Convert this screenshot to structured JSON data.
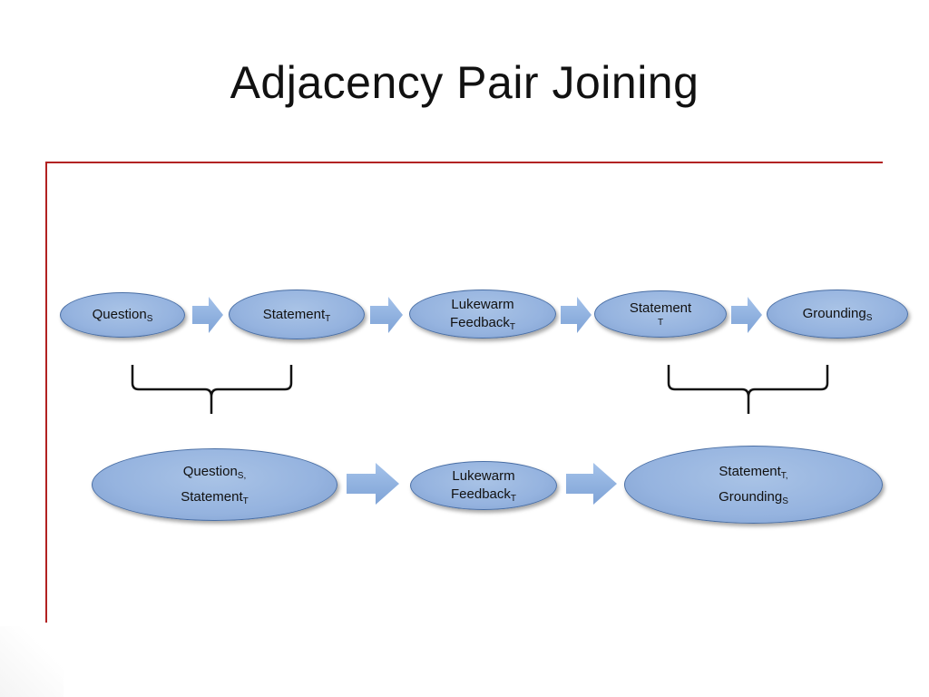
{
  "title": "Adjacency Pair Joining",
  "top_row": [
    {
      "id": "question",
      "label": "Question",
      "sub": "S"
    },
    {
      "id": "statement1",
      "label": "Statement",
      "sub": "T"
    },
    {
      "id": "lukewarm1",
      "line1": "Lukewarm",
      "label": "Feedback",
      "sub": "T"
    },
    {
      "id": "statement2",
      "label": "Statement",
      "sub": "T"
    },
    {
      "id": "grounding",
      "label": "Grounding",
      "sub": "S"
    }
  ],
  "bottom_row": [
    {
      "id": "merged-left",
      "line1": "Question",
      "sub1": "S,",
      "line2": "Statement",
      "sub2": "T"
    },
    {
      "id": "lukewarm2",
      "line1": "Lukewarm",
      "label": "Feedback",
      "sub": "T"
    },
    {
      "id": "merged-right",
      "line1": "Statement",
      "sub1": "T,",
      "line2": "Grounding",
      "sub2": "S"
    }
  ],
  "colors": {
    "node_fill": "#95b3df",
    "node_border": "#4a6fa5",
    "arrow_fill": "#8fb1e0",
    "frame": "#b22222",
    "bracket": "#111111"
  }
}
